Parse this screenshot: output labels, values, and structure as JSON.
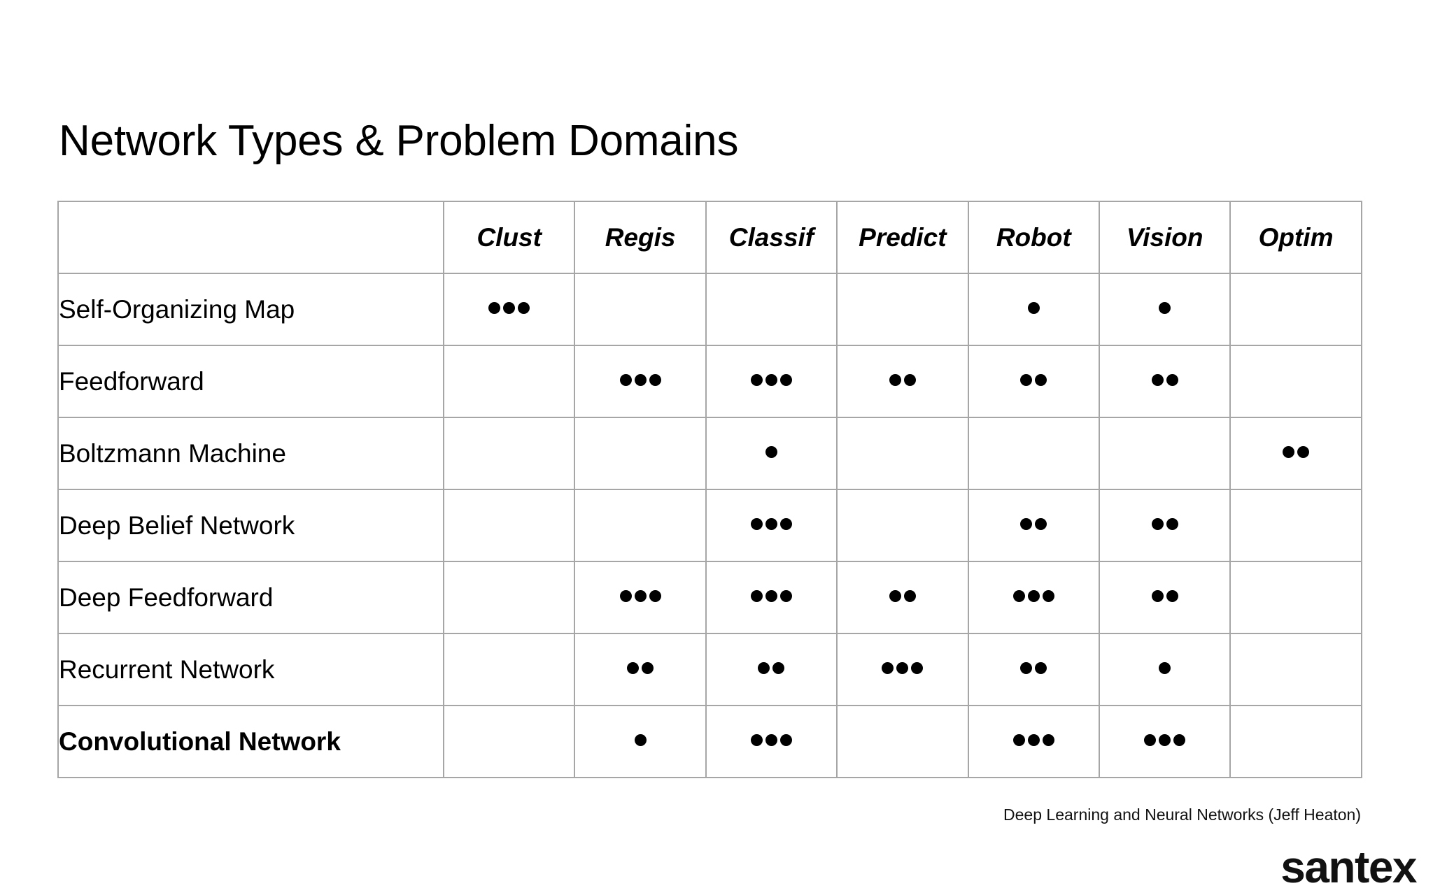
{
  "slide": {
    "title": "Network Types & Problem Domains",
    "background_color": "#ffffff",
    "text_color": "#000000"
  },
  "table": {
    "corner_header": "",
    "border_color": "#a6a6a6",
    "column_headers": [
      "Clust",
      "Regis",
      "Classif",
      "Predict",
      "Robot",
      "Vision",
      "Optim"
    ],
    "rows": [
      {
        "label": "Self-Organizing Map",
        "bold": false,
        "ratings": [
          3,
          0,
          0,
          0,
          1,
          1,
          0
        ]
      },
      {
        "label": "Feedforward",
        "bold": false,
        "ratings": [
          0,
          3,
          3,
          2,
          2,
          2,
          0
        ]
      },
      {
        "label": "Boltzmann Machine",
        "bold": false,
        "ratings": [
          0,
          0,
          1,
          0,
          0,
          0,
          2
        ]
      },
      {
        "label": "Deep Belief Network",
        "bold": false,
        "ratings": [
          0,
          0,
          3,
          0,
          2,
          2,
          0
        ]
      },
      {
        "label": "Deep Feedforward",
        "bold": false,
        "ratings": [
          0,
          3,
          3,
          2,
          3,
          2,
          0
        ]
      },
      {
        "label": "Recurrent Network",
        "bold": false,
        "ratings": [
          0,
          2,
          2,
          3,
          2,
          1,
          0
        ]
      },
      {
        "label": "Convolutional Network",
        "bold": true,
        "ratings": [
          0,
          1,
          3,
          0,
          3,
          3,
          0
        ]
      }
    ]
  },
  "footer": {
    "attribution": "Deep Learning and Neural Networks (Jeff Heaton)",
    "logo_text": "santex"
  },
  "chart_data": {
    "type": "table",
    "title": "Network Types & Problem Domains",
    "categories": [
      "Clust",
      "Regis",
      "Classif",
      "Predict",
      "Robot",
      "Vision",
      "Optim"
    ],
    "series": [
      {
        "name": "Self-Organizing Map",
        "values": [
          3,
          0,
          0,
          0,
          1,
          1,
          0
        ]
      },
      {
        "name": "Feedforward",
        "values": [
          0,
          3,
          3,
          2,
          2,
          2,
          0
        ]
      },
      {
        "name": "Boltzmann Machine",
        "values": [
          0,
          0,
          1,
          0,
          0,
          0,
          2
        ]
      },
      {
        "name": "Deep Belief Network",
        "values": [
          0,
          0,
          3,
          0,
          2,
          2,
          0
        ]
      },
      {
        "name": "Deep Feedforward",
        "values": [
          0,
          3,
          3,
          2,
          3,
          2,
          0
        ]
      },
      {
        "name": "Recurrent Network",
        "values": [
          0,
          2,
          2,
          3,
          2,
          1,
          0
        ]
      },
      {
        "name": "Convolutional Network",
        "values": [
          0,
          1,
          3,
          0,
          3,
          3,
          0
        ]
      }
    ],
    "value_encoding": "count of filled dots (0-3), higher = stronger suitability",
    "xlabel": "Problem Domain",
    "ylabel": "Network Type",
    "value_range": [
      0,
      3
    ],
    "grid": true,
    "legend": "none"
  }
}
